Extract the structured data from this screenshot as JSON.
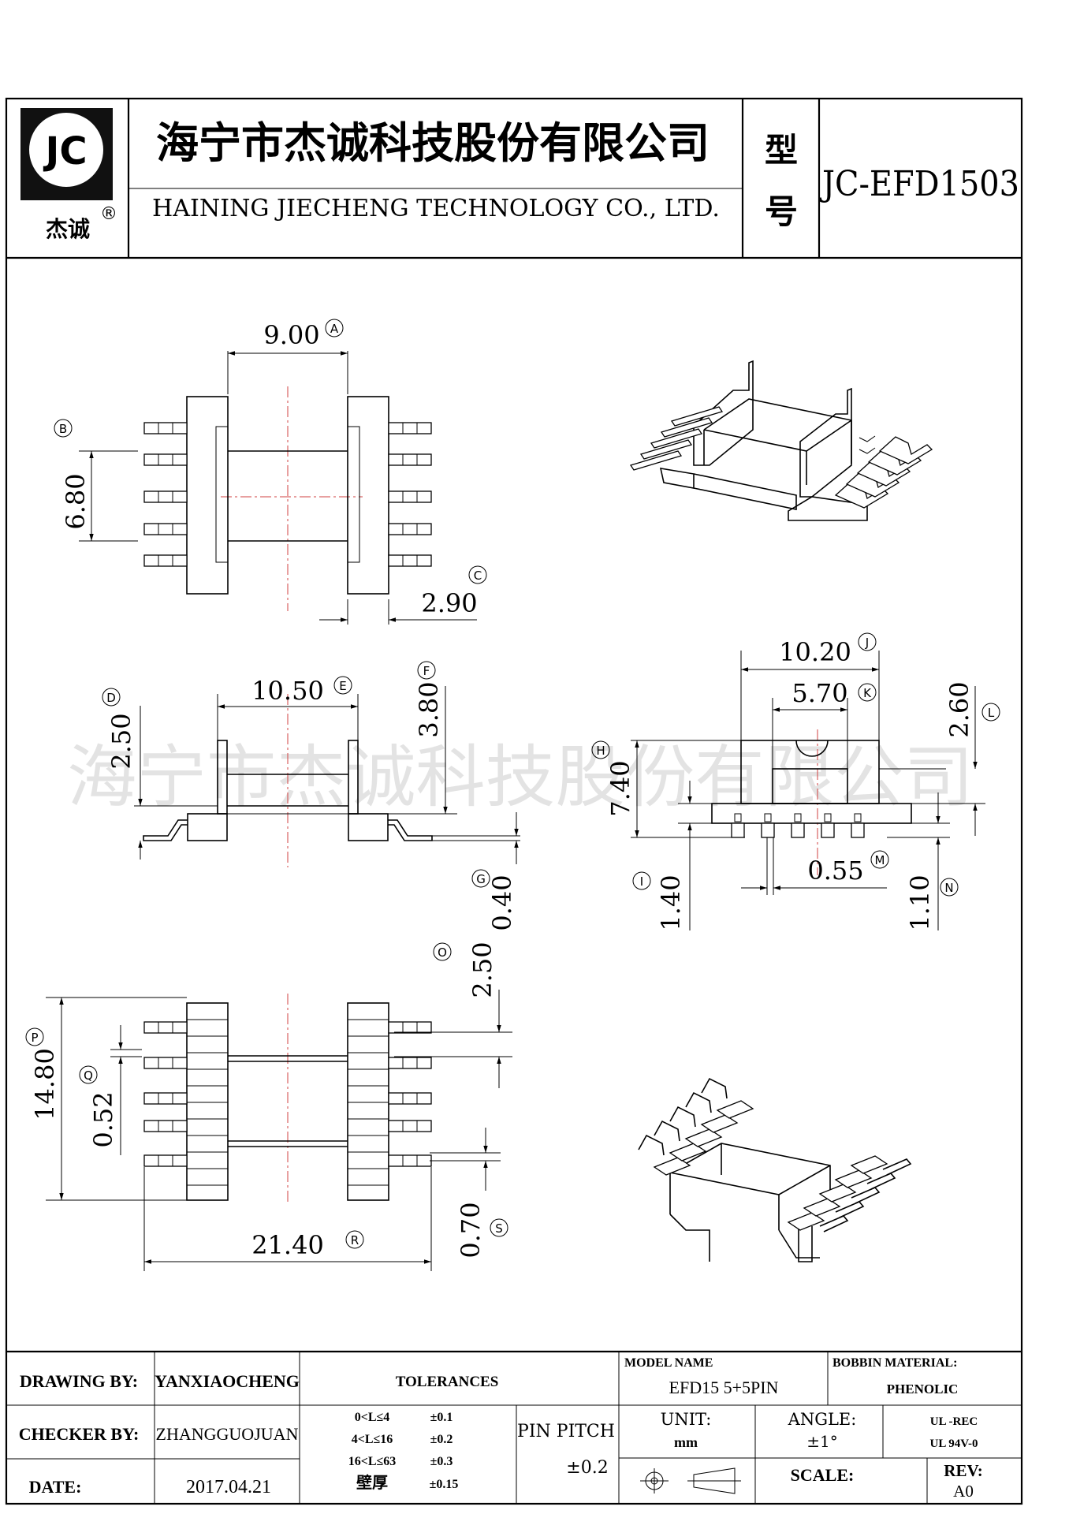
{
  "header": {
    "logo_text": "JC",
    "logo_sub": "杰诚",
    "logo_mark": "®",
    "company_cn": "海宁市杰诚科技股份有限公司",
    "company_en": "HAINING JIECHENG TECHNOLOGY CO., LTD.",
    "model_label_1": "型",
    "model_label_2": "号",
    "model_no": "JC-EFD1503"
  },
  "watermark": "海宁市杰诚科技股份有限公司",
  "dimensions": {
    "A": {
      "value": "9.00",
      "tag": "A"
    },
    "B": {
      "value": "6.80",
      "tag": "B"
    },
    "C": {
      "value": "2.90",
      "tag": "C"
    },
    "D": {
      "value": "2.50",
      "tag": "D"
    },
    "E": {
      "value": "10.50",
      "tag": "E"
    },
    "F": {
      "value": "3.80",
      "tag": "F"
    },
    "G": {
      "value": "0.40",
      "tag": "G"
    },
    "H": {
      "value": "7.40",
      "tag": "H"
    },
    "I": {
      "value": "1.40",
      "tag": "I"
    },
    "J": {
      "value": "10.20",
      "tag": "J"
    },
    "K": {
      "value": "5.70",
      "tag": "K"
    },
    "L": {
      "value": "2.60",
      "tag": "L"
    },
    "M": {
      "value": "0.55",
      "tag": "M"
    },
    "N": {
      "value": "1.10",
      "tag": "N"
    },
    "O": {
      "value": "2.50",
      "tag": "O"
    },
    "P": {
      "value": "14.80",
      "tag": "P"
    },
    "Q": {
      "value": "0.52",
      "tag": "Q"
    },
    "R": {
      "value": "21.40",
      "tag": "R"
    },
    "S": {
      "value": "0.70",
      "tag": "S"
    }
  },
  "title_block": {
    "drawing_by_label": "DRAWING  BY:",
    "drawing_by": "YANXIAOCHENG",
    "checker_by_label": "CHECKER  BY:",
    "checker_by": "ZHANGGUOJUAN",
    "date_label": "DATE:",
    "date": "2017.04.21",
    "tolerances_label": "TOLERANCES",
    "tolerances": [
      {
        "range": "0<L≤4",
        "value": "±0.1"
      },
      {
        "range": "4<L≤16",
        "value": "±0.2"
      },
      {
        "range": "16<L≤63",
        "value": "±0.3"
      },
      {
        "range": "壁厚",
        "value": "±0.15"
      }
    ],
    "pin_pitch_label": "PIN PITCH",
    "pin_pitch": "±0.2",
    "model_name_label": "MODEL NAME",
    "model_name": "EFD15  5+5PIN",
    "bobbin_material_label": "BOBBIN MATERIAL:",
    "bobbin_material": "PHENOLIC",
    "unit_label": "UNIT:",
    "unit": "mm",
    "angle_label": "ANGLE:",
    "angle": "±1°",
    "ul_1": "UL -REC",
    "ul_2": "UL  94V-0",
    "scale_label": "SCALE:",
    "rev_label": "REV:",
    "rev": "A0"
  }
}
